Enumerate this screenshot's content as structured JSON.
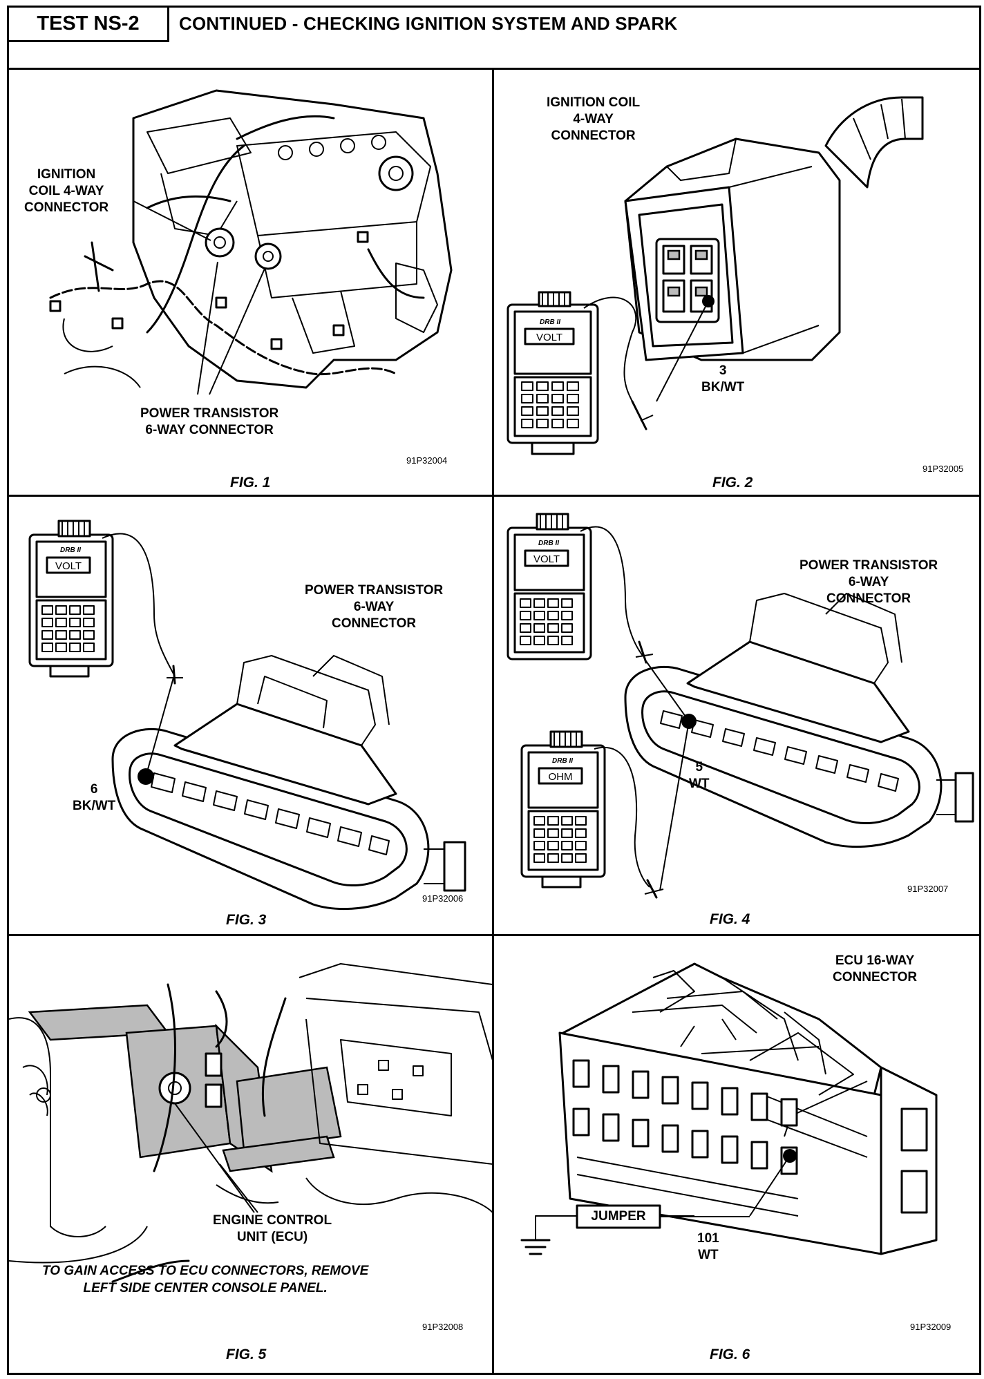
{
  "header": {
    "test_label": "TEST NS-2",
    "title": "CONTINUED - CHECKING IGNITION SYSTEM AND SPARK"
  },
  "figures": [
    {
      "caption": "FIG. 1",
      "code": "91P32004",
      "labels": {
        "coil_line1": "IGNITION",
        "coil_line2": "COIL 4-WAY",
        "coil_line3": "CONNECTOR",
        "pt_line1": "POWER TRANSISTOR",
        "pt_line2": "6-WAY CONNECTOR"
      }
    },
    {
      "caption": "FIG. 2",
      "code": "91P32005",
      "labels": {
        "title_line1": "IGNITION COIL",
        "title_line2": "4-WAY",
        "title_line3": "CONNECTOR",
        "pin": "3",
        "wire": "BK/WT"
      },
      "meter": {
        "brand": "DRB II",
        "mode": "VOLT"
      }
    },
    {
      "caption": "FIG. 3",
      "code": "91P32006",
      "labels": {
        "title_line1": "POWER TRANSISTOR",
        "title_line2": "6-WAY",
        "title_line3": "CONNECTOR",
        "pin": "6",
        "wire": "BK/WT"
      },
      "meter": {
        "brand": "DRB II",
        "mode": "VOLT"
      }
    },
    {
      "caption": "FIG. 4",
      "code": "91P32007",
      "labels": {
        "title_line1": "POWER TRANSISTOR",
        "title_line2": "6-WAY",
        "title_line3": "CONNECTOR",
        "pin": "5",
        "wire": "WT"
      },
      "meter_top": {
        "brand": "DRB II",
        "mode": "VOLT"
      },
      "meter_bottom": {
        "brand": "DRB II",
        "mode": "OHM"
      }
    },
    {
      "caption": "FIG. 5",
      "code": "91P32008",
      "labels": {
        "ecu_line1": "ENGINE CONTROL",
        "ecu_line2": "UNIT (ECU)",
        "note_line1": "TO GAIN ACCESS TO ECU CONNECTORS, REMOVE",
        "note_line2": "LEFT SIDE CENTER CONSOLE PANEL."
      }
    },
    {
      "caption": "FIG. 6",
      "code": "91P32009",
      "labels": {
        "title_line1": "ECU 16-WAY",
        "title_line2": "CONNECTOR",
        "jumper": "JUMPER",
        "pin": "101",
        "wire": "WT"
      }
    }
  ]
}
